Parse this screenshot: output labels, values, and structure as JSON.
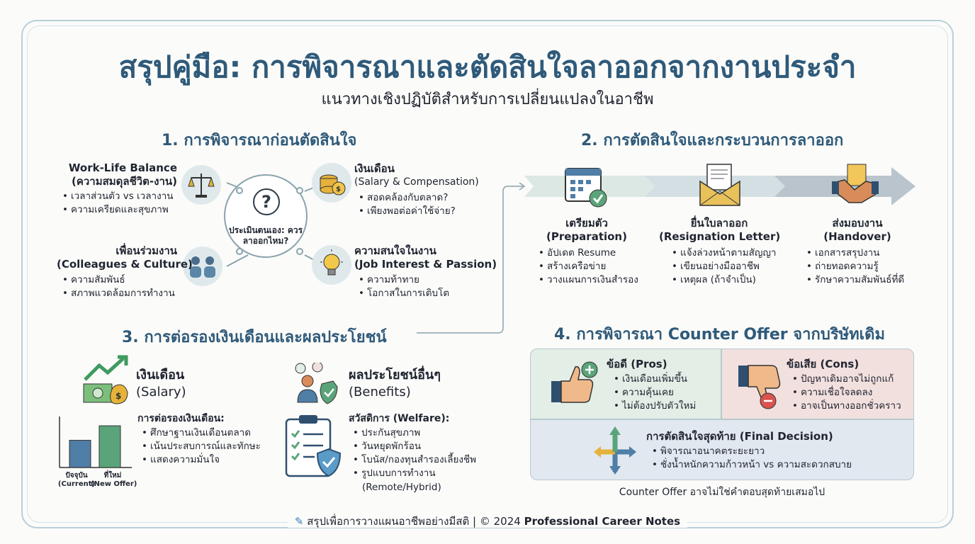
{
  "title": "สรุปคู่มือ: การพิจารณาและตัดสินใจลาออกจากงานประจำ",
  "subtitle": "แนวทางเชิงปฏิบัติสำหรับการเปลี่ยนแปลงในอาชีพ",
  "section1": {
    "heading": "1. การพิจารณาก่อนตัดสินใจ",
    "center": "ประเมินตนเอง: ควรลาออกไหม?",
    "items": [
      {
        "title": "Work-Life Balance",
        "subtitle": "(ความสมดุลชีวิต-งาน)",
        "bullets": [
          "เวลาส่วนตัว vs เวลางาน",
          "ความเครียดและสุขภาพ"
        ],
        "icon": "scale-icon"
      },
      {
        "title": "เงินเดือน",
        "subtitle": "(Salary & Compensation)",
        "bullets": [
          "สอดคล้องกับตลาด?",
          "เพียงพอต่อค่าใช้จ่าย?"
        ],
        "icon": "coins-icon"
      },
      {
        "title": "เพื่อนร่วมงาน",
        "subtitle": "(Colleagues & Culture)",
        "bullets": [
          "ความสัมพันธ์",
          "สภาพแวดล้อมการทำงาน"
        ],
        "icon": "people-icon"
      },
      {
        "title": "ความสนใจในงาน",
        "subtitle": "(Job Interest & Passion)",
        "bullets": [
          "ความท้าทาย",
          "โอกาสในการเติบโต"
        ],
        "icon": "lightbulb-icon"
      }
    ]
  },
  "section2": {
    "heading": "2. การตัดสินใจและกระบวนการลาออก",
    "steps": [
      {
        "title": "เตรียมตัว",
        "subtitle": "(Preparation)",
        "bullets": [
          "อัปเดต Resume",
          "สร้างเครือข่าย",
          "วางแผนการเงินสำรอง"
        ],
        "icon": "calendar-check-icon"
      },
      {
        "title": "ยื่นใบลาออก",
        "subtitle": "(Resignation Letter)",
        "bullets": [
          "แจ้งล่วงหน้าตามสัญญา",
          "เขียนอย่างมืออาชีพ",
          "เหตุผล (ถ้าจำเป็น)"
        ],
        "icon": "letter-icon"
      },
      {
        "title": "ส่งมอบงาน",
        "subtitle": "(Handover)",
        "bullets": [
          "เอกสารสรุปงาน",
          "ถ่ายทอดความรู้",
          "รักษาความสัมพันธ์ที่ดี"
        ],
        "icon": "handshake-icon"
      }
    ],
    "colors": [
      "#dbe8e3",
      "#d3dfe3",
      "#b9c4cc"
    ]
  },
  "section3": {
    "heading": "3. การต่อรองเงินเดือนและผลประโยชน์",
    "salary": {
      "title": "เงินเดือน",
      "subtitle": "(Salary)",
      "label": "การต่อรองเงินเดือน:",
      "bullets": [
        "ศึกษาฐานเงินเดือนตลาด",
        "เน้นประสบการณ์และทักษะ",
        "แสดงความมั่นใจ"
      ]
    },
    "benefits": {
      "title": "ผลประโยชน์อื่นๆ",
      "subtitle": "(Benefits)",
      "label": "สวัสดิการ (Welfare):",
      "bullets": [
        "ประกันสุขภาพ",
        "วันหยุดพักร้อน",
        "โบนัส/กองทุนสำรองเลี้ยงชีพ",
        "รูปแบบการทำงาน"
      ],
      "extra": "(Remote/Hybrid)"
    },
    "chart_data": {
      "type": "bar",
      "categories": [
        "ปัจจุบัน\n(Current)",
        "ที่ใหม่\n(New Offer)"
      ],
      "values": [
        0.62,
        0.95
      ],
      "colors": [
        "#4f7ea6",
        "#5ba47a"
      ],
      "note": "relative heights, no printed values"
    }
  },
  "section4": {
    "heading": "4. การพิจารณา Counter Offer จากบริษัทเดิม",
    "pros": {
      "title": "ข้อดี (Pros)",
      "bullets": [
        "เงินเดือนเพิ่มขึ้น",
        "ความคุ้นเคย",
        "ไม่ต้องปรับตัวใหม่"
      ]
    },
    "cons": {
      "title": "ข้อเสีย (Cons)",
      "bullets": [
        "ปัญหาเดิมอาจไม่ถูกแก้",
        "ความเชื่อใจลดลง",
        "อาจเป็นทางออกชั่วคราว"
      ]
    },
    "final": {
      "title": "การตัดสินใจสุดท้าย (Final Decision)",
      "bullets": [
        "พิจารณาอนาคตระยะยาว",
        "ชั่งน้ำหนักความก้าวหน้า vs ความสะดวกสบาย"
      ]
    },
    "note": "Counter Offer อาจไม่ใช่คำตอบสุดท้ายเสมอไป",
    "colors": {
      "pros": "#e2eee6",
      "cons": "#f2e0df",
      "final": "#e1e8f0"
    }
  },
  "footer": {
    "text": "สรุปเพื่อการวางแผนอาชีพอย่างมีสติ | © 2024",
    "brand": "Professional Career Notes"
  }
}
